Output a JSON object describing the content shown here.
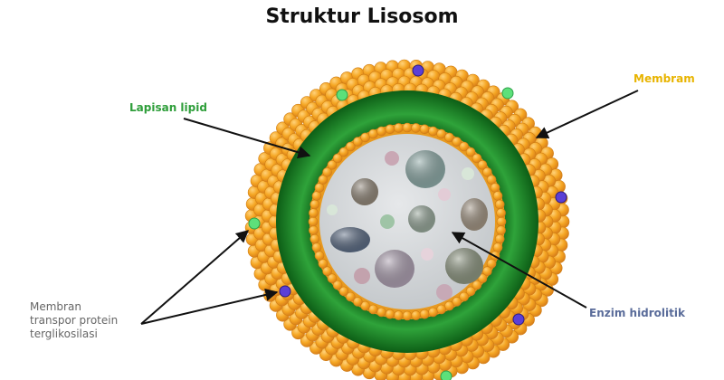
{
  "diagram": {
    "title": "Struktur Lisosom",
    "labels": {
      "lipid_layer": "Lapisan lipid",
      "membrane": "Membram",
      "hydrolytic_enzyme": "Enzim hidrolitik",
      "transport_protein": [
        "Membran",
        "transpor protein",
        "terglikosilasi"
      ]
    },
    "colors": {
      "outer_bead": "#f5a623",
      "outer_bead_dark": "#d9801a",
      "lipid_green": "#1f8f2a",
      "lipid_green_dark": "#0d5e16",
      "lumen": "#d4d7da",
      "protein_purple": "#5b3fd6",
      "protein_green": "#5de07a",
      "label_lipid": "#2e9e3a",
      "label_membrane": "#e8b400",
      "label_enzyme": "#5a6c9a",
      "label_transport": "#666666"
    }
  }
}
